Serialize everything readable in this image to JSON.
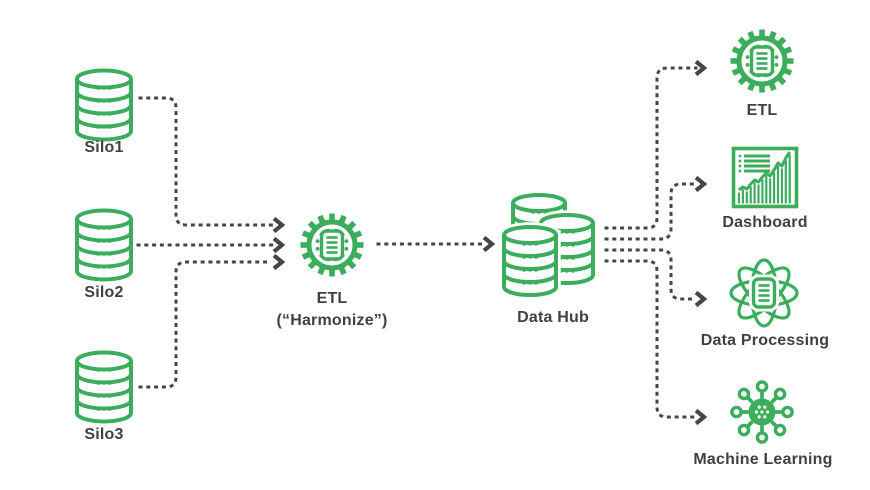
{
  "title": "Data Hub architecture diagram",
  "colors": {
    "accent_green": "#3BAD5C",
    "line_gray": "#464646",
    "text_dark": "#414042",
    "background": "#FFFFFF"
  },
  "nodes": {
    "silo1": {
      "label": "Silo1"
    },
    "silo2": {
      "label": "Silo2"
    },
    "silo3": {
      "label": "Silo3"
    },
    "etl_center": {
      "label": "ETL",
      "sublabel": "(“Harmonize”)"
    },
    "data_hub": {
      "label": "Data Hub"
    },
    "etl_out": {
      "label": "ETL"
    },
    "dashboard": {
      "label": "Dashboard"
    },
    "data_processing": {
      "label": "Data Processing"
    },
    "machine_learning": {
      "label": "Machine Learning"
    }
  },
  "icons": {
    "silo1": "database-icon",
    "silo2": "database-icon",
    "silo3": "database-icon",
    "etl_center": "gear-icon",
    "data_hub": "database-stack-icon",
    "etl_out": "gear-icon",
    "dashboard": "bar-chart-icon",
    "data_processing": "atom-icon",
    "machine_learning": "network-icon"
  },
  "edges": [
    {
      "from": "Silo1",
      "to": "ETL (“Harmonize”)"
    },
    {
      "from": "Silo2",
      "to": "ETL (“Harmonize”)"
    },
    {
      "from": "Silo3",
      "to": "ETL (“Harmonize”)"
    },
    {
      "from": "ETL (“Harmonize”)",
      "to": "Data Hub"
    },
    {
      "from": "Data Hub",
      "to": "ETL"
    },
    {
      "from": "Data Hub",
      "to": "Dashboard"
    },
    {
      "from": "Data Hub",
      "to": "Data Processing"
    },
    {
      "from": "Data Hub",
      "to": "Machine Learning"
    }
  ]
}
